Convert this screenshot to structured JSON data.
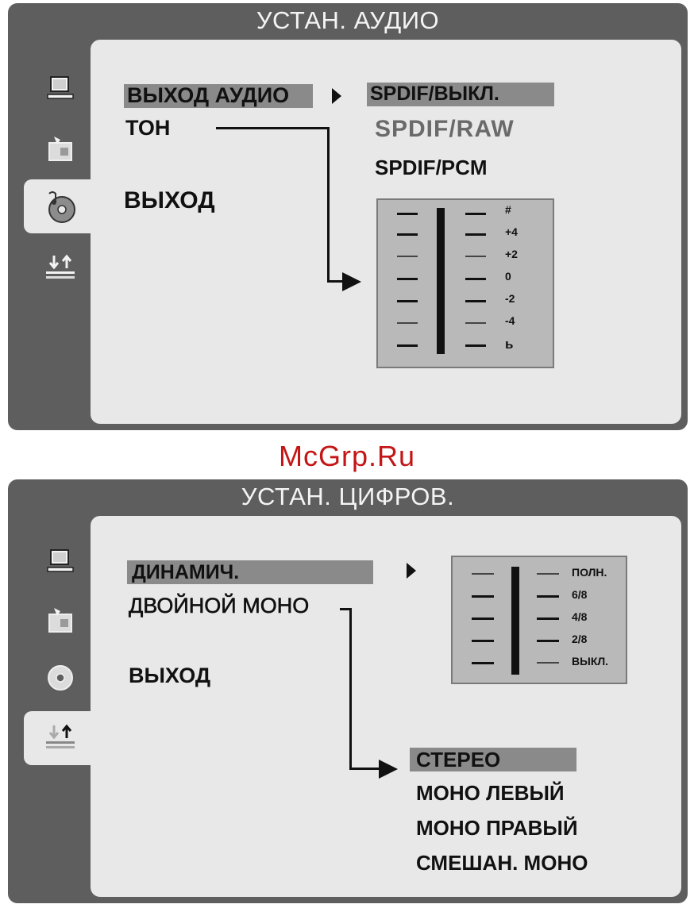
{
  "audio_panel": {
    "title": "УСТАН. АУДИО",
    "menu": {
      "audio_out": "ВЫХОД АУДИО",
      "tone": "ТОН",
      "exit": "ВЫХОД"
    },
    "options": [
      "SPDIF/ВЫКЛ.",
      "SPDIF/RAW",
      "SPDIF/PCM"
    ],
    "tone_levels": [
      "#",
      "+4",
      "+2",
      "0",
      "-2",
      "-4",
      "ь"
    ]
  },
  "digital_panel": {
    "title": "УСТАН. ЦИФРОВ.",
    "menu": {
      "dynamic": "ДИНАМИЧ.",
      "dual_mono": "ДВОЙНОЙ МОНО",
      "exit": "ВЫХОД"
    },
    "dynamic_levels": [
      "ПОЛН.",
      "6/8",
      "4/8",
      "2/8",
      "ВЫКЛ."
    ],
    "mono_options": [
      "СТЕРЕО",
      "МОНО ЛЕВЫЙ",
      "МОНО ПРАВЫЙ",
      "СМЕШАН. МОНО"
    ]
  },
  "watermark": "McGrp.Ru",
  "icons": [
    "monitor-icon",
    "language-icon",
    "audio-disc-icon",
    "digital-icon",
    "right-arrow-icon"
  ],
  "colors": {
    "frame": "#5e5e5e",
    "panel": "#e8e8e8",
    "highlight": "#8a8a8a",
    "watermark": "#c41616"
  }
}
